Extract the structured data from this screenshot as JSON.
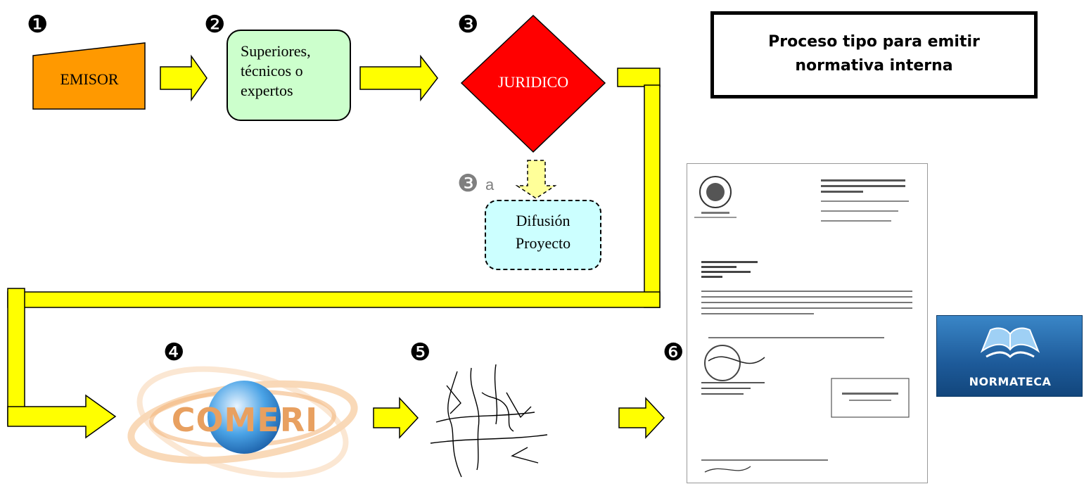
{
  "title": {
    "text": "Proceso tipo para emitir normativa interna"
  },
  "steps": {
    "step1": {
      "number": "❶",
      "label": "EMISOR"
    },
    "step2": {
      "number": "❷",
      "line1": "Superiores,",
      "line2": "técnicos o",
      "line3": "expertos"
    },
    "step3": {
      "number": "❸",
      "label": "JURIDICO"
    },
    "step3a": {
      "number": "❸",
      "suffix": "a",
      "line1": "Difusión",
      "line2": "Proyecto"
    },
    "step4": {
      "number": "❹",
      "logo_text": "COMERI"
    },
    "step5": {
      "number": "❺"
    },
    "step6": {
      "number": "❻"
    }
  },
  "normateca": {
    "label": "NORMATECA"
  },
  "colors": {
    "arrow_fill": "#ffff00",
    "emisor_fill": "#ff9900",
    "juridico_fill": "#ff0000",
    "box2_fill": "#ccffcc",
    "box3a_fill": "#ccffff",
    "arrow3a_fill": "#ffff99"
  },
  "icons": {
    "signature": "signature-icon",
    "document": "scanned-document-icon",
    "normateca_logo": "open-book-icon"
  }
}
